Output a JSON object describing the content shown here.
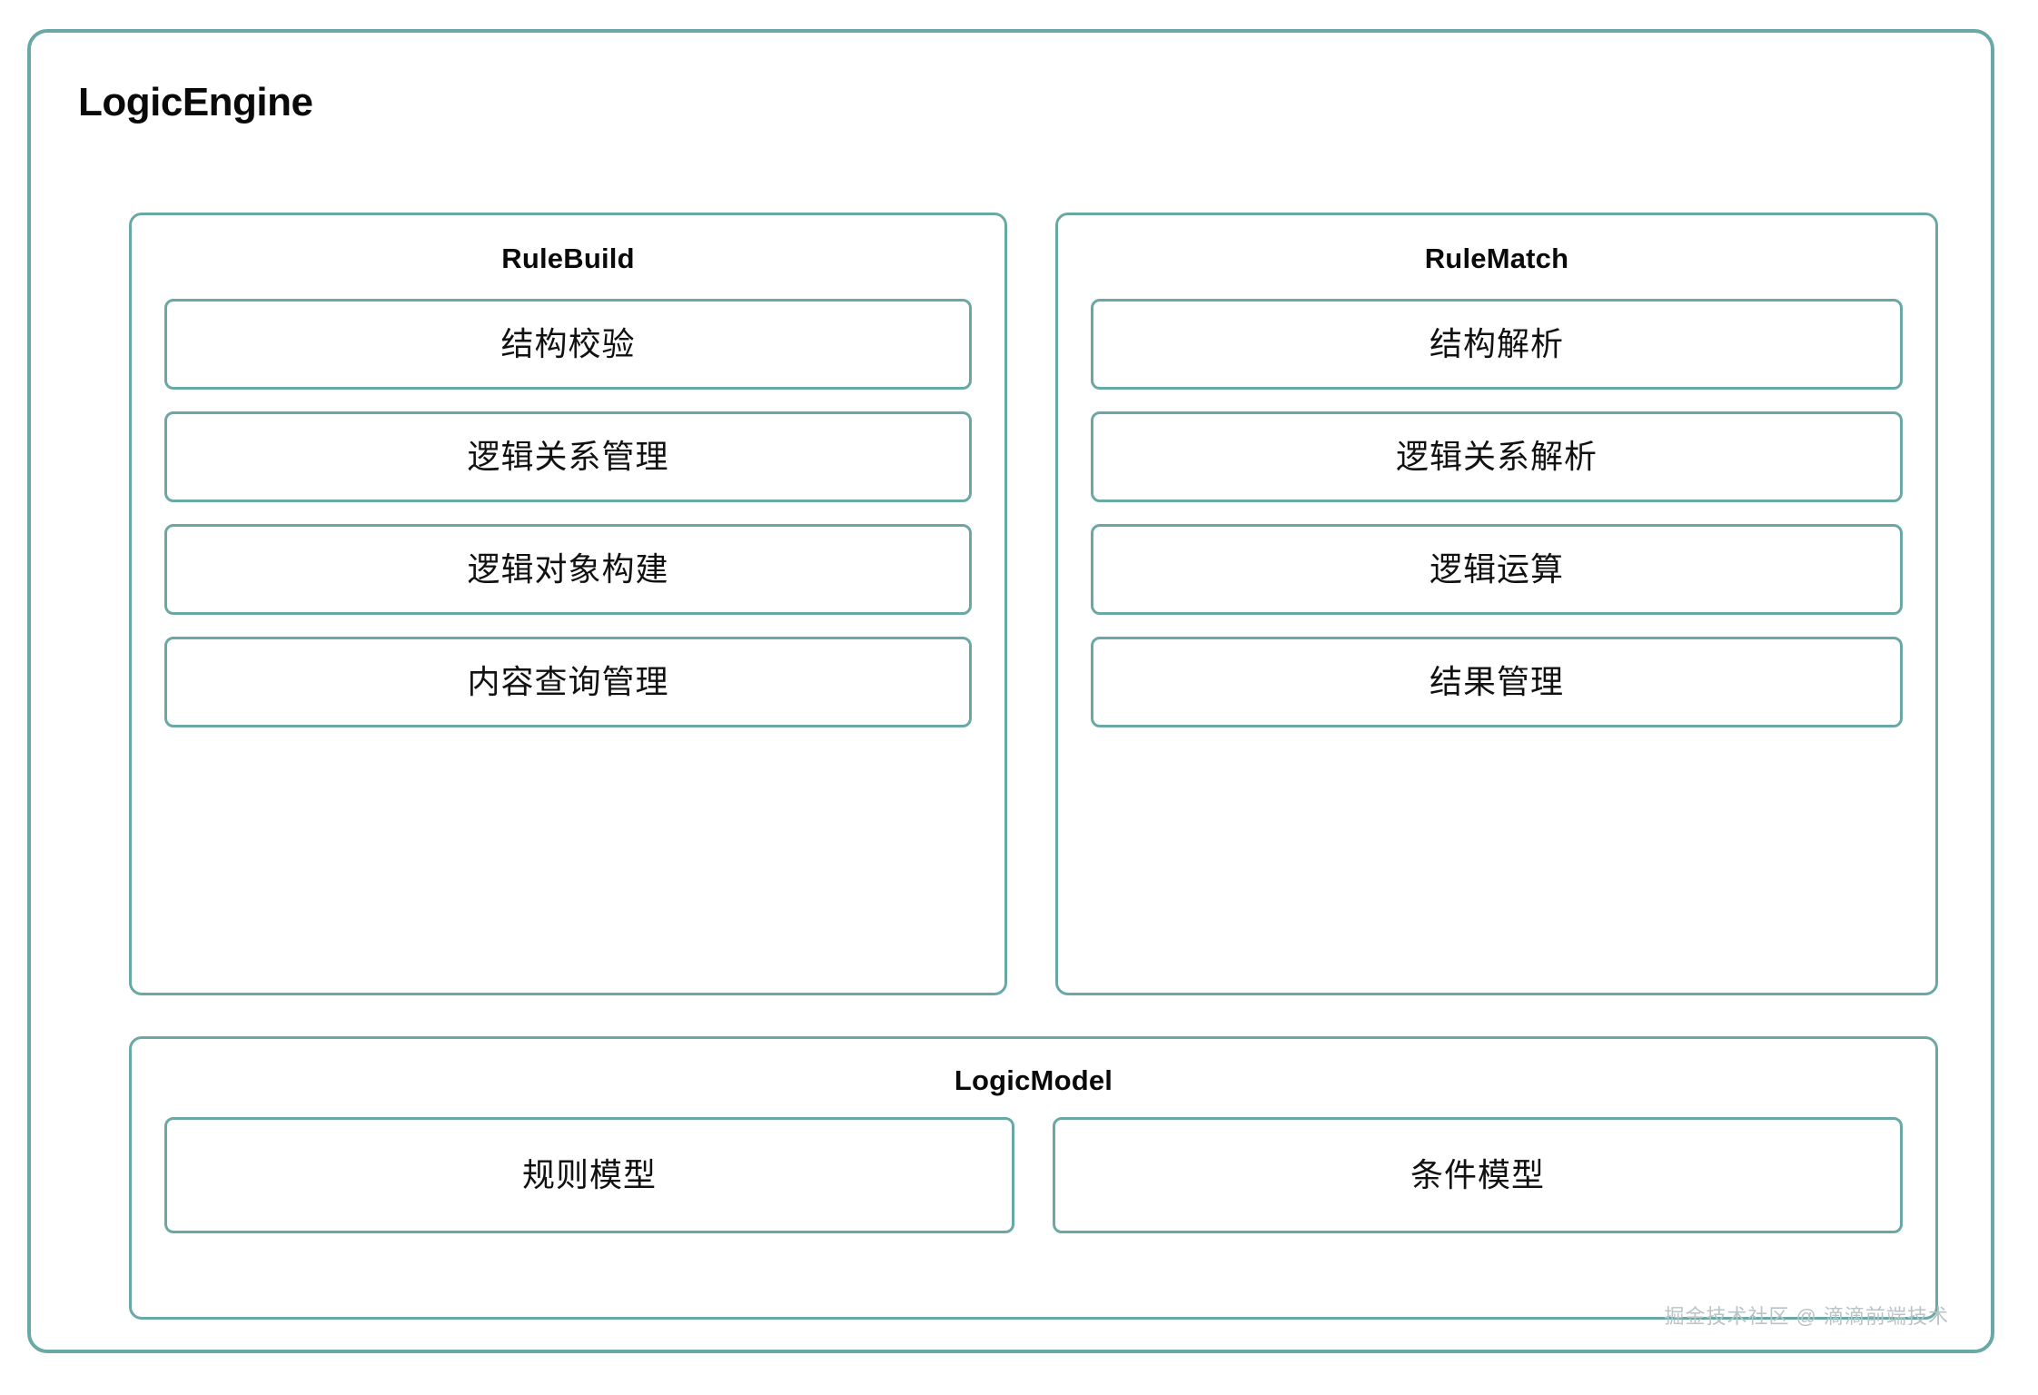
{
  "diagram": {
    "title": "LogicEngine",
    "border_color": "#6aa8a6",
    "background_color": "#ffffff",
    "text_color": "#0a0a0a",
    "watermark": "掘金技术社区 @ 滴滴前端技术"
  },
  "panels": {
    "rulebuild": {
      "title": "RuleBuild",
      "items": [
        {
          "label": "结构校验"
        },
        {
          "label": "逻辑关系管理"
        },
        {
          "label": "逻辑对象构建"
        },
        {
          "label": "内容查询管理"
        }
      ]
    },
    "rulematch": {
      "title": "RuleMatch",
      "items": [
        {
          "label": "结构解析"
        },
        {
          "label": "逻辑关系解析"
        },
        {
          "label": "逻辑运算"
        },
        {
          "label": "结果管理"
        }
      ]
    },
    "logicmodel": {
      "title": "LogicModel",
      "items": [
        {
          "label": "规则模型"
        },
        {
          "label": "条件模型"
        }
      ]
    }
  }
}
